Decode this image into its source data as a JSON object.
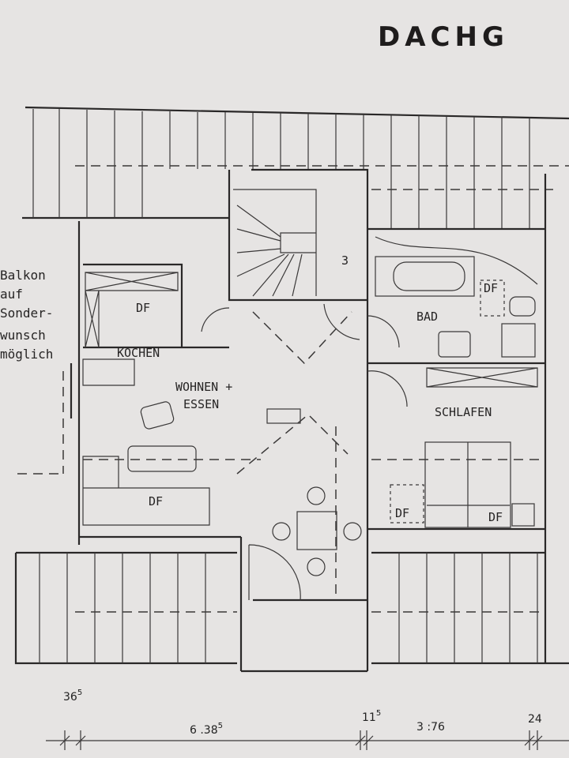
{
  "title": "DACHG",
  "balcony_note": [
    "Balkon",
    "auf",
    "Sonder-",
    "wunsch",
    "möglich"
  ],
  "rooms": {
    "kitchen": "KOCHEN",
    "living_1": "WOHNEN +",
    "living_2": "ESSEN",
    "bath": "BAD",
    "bedroom": "SCHLAFEN",
    "stair_number": "3"
  },
  "roof_windows": [
    "DF",
    "DF",
    "DF",
    "DF",
    "DF"
  ],
  "dimensions": [
    {
      "main": "36",
      "sup": "5"
    },
    {
      "main": "6 .38",
      "sup": "5"
    },
    {
      "main": "11",
      "sup": "5"
    },
    {
      "main": "3 :76",
      "sup": ""
    },
    {
      "main": "24",
      "sup": ""
    }
  ]
}
